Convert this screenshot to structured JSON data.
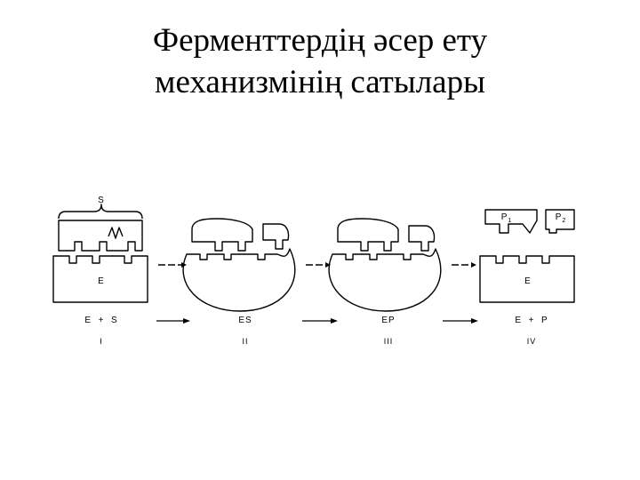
{
  "title": {
    "line1": "Ферменттердің әсер ету",
    "line2": "механизмінің сатылары"
  },
  "diagram": {
    "substrate_label": "S",
    "enzyme_label_left": "E",
    "enzyme_label_right": "E",
    "product1_label": "P",
    "product1_sub": "1",
    "product2_label": "P",
    "product2_sub": "2",
    "stages": [
      {
        "formula": "E  +  S",
        "numeral": "I"
      },
      {
        "formula": "ES",
        "numeral": "II"
      },
      {
        "formula": "EP",
        "numeral": "III"
      },
      {
        "formula": "E  +  P",
        "numeral": "IV"
      }
    ]
  }
}
